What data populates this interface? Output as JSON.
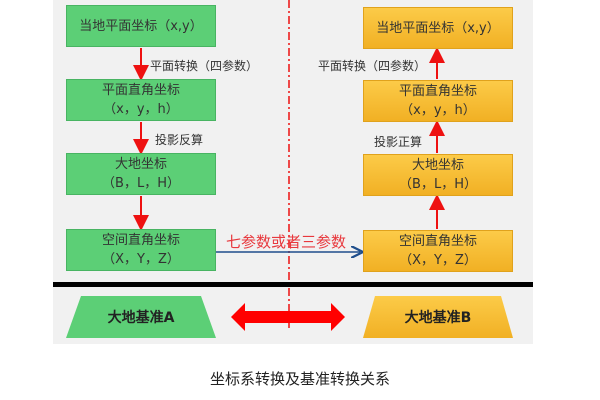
{
  "left": {
    "boxes": [
      {
        "line1": "当地平面坐标（x,y）",
        "line2": ""
      },
      {
        "line1": "平面直角坐标",
        "line2": "（x，y，h）"
      },
      {
        "line1": "大地坐标",
        "line2": "（B，L，H）"
      },
      {
        "line1": "空间直角坐标",
        "line2": "（X，Y，Z）"
      }
    ],
    "steps": [
      "平面转换（四参数）",
      "投影反算"
    ],
    "datum": "大地基准A"
  },
  "right": {
    "boxes": [
      {
        "line1": "当地平面坐标（x,y）",
        "line2": ""
      },
      {
        "line1": "平面直角坐标",
        "line2": "（x，y，h）"
      },
      {
        "line1": "大地坐标",
        "line2": "（B，L，H）"
      },
      {
        "line1": "空间直角坐标",
        "line2": "（X，Y，Z）"
      }
    ],
    "steps": [
      "平面转换（四参数）",
      "投影正算"
    ],
    "datum": "大地基准B"
  },
  "transform_label": "七参数或者三参数",
  "caption": "坐标系转换及基准转换关系",
  "colors": {
    "green": "#5ccf76",
    "yellow": "#f7bd33",
    "arrow": "#ee1111",
    "blue_arrow": "#1f4e8c"
  }
}
